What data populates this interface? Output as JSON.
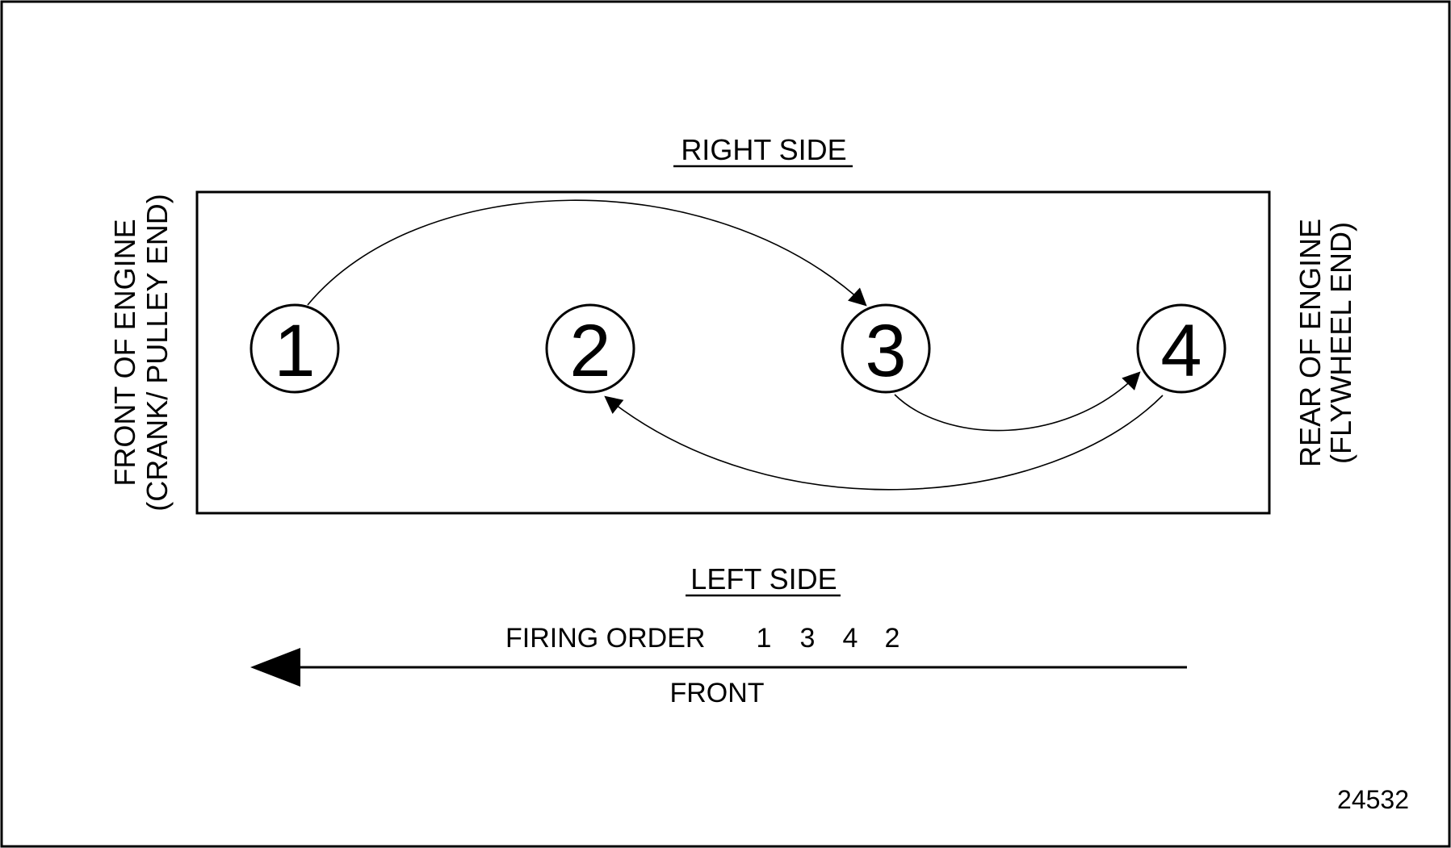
{
  "labels": {
    "right_side": "RIGHT SIDE",
    "left_side": "LEFT SIDE",
    "front_end_line1": "FRONT OF ENGINE",
    "front_end_line2": "(CRANK/ PULLEY END)",
    "rear_end_line1": "REAR OF ENGINE",
    "rear_end_line2": "(FLYWHEEL END)",
    "firing_order": "FIRING ORDER",
    "front_direction": "FRONT",
    "figure_id": "24532"
  },
  "cylinders": [
    "1",
    "2",
    "3",
    "4"
  ],
  "firing_order_sequence": [
    "1",
    "3",
    "4",
    "2"
  ]
}
